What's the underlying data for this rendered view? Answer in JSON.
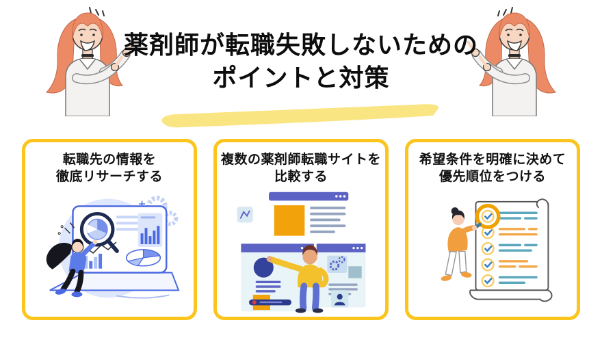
{
  "header": {
    "title_line1": "薬剤師が転職失敗しないための",
    "title_line2": "ポイントと対策",
    "mascot_left": "pointing-woman",
    "mascot_right": "pointing-woman-mirrored"
  },
  "cards": [
    {
      "title_line1": "転職先の情報を",
      "title_line2": "徹底リサーチする",
      "illustration": "research-laptop-charts"
    },
    {
      "title_line1": "複数の薬剤師転職サイトを",
      "title_line2": "比較する",
      "illustration": "compare-job-websites"
    },
    {
      "title_line1": "希望条件を明確に決めて",
      "title_line2": "優先順位をつける",
      "illustration": "checklist-priorities"
    }
  ],
  "colors": {
    "card_border": "#FBC51D",
    "title_text": "#0d0d0d",
    "highlight_swoosh": "#FAE583",
    "illo_blue": "#4A69E2",
    "illo_light_blue": "#DEE7FB",
    "illo_purple": "#5C63C4",
    "illo_orange": "#F2A30B",
    "illo_yellow_sweater": "#F2C12C",
    "illo_teal": "#5BA8BE",
    "mascot_hair": "#ED8A66"
  }
}
